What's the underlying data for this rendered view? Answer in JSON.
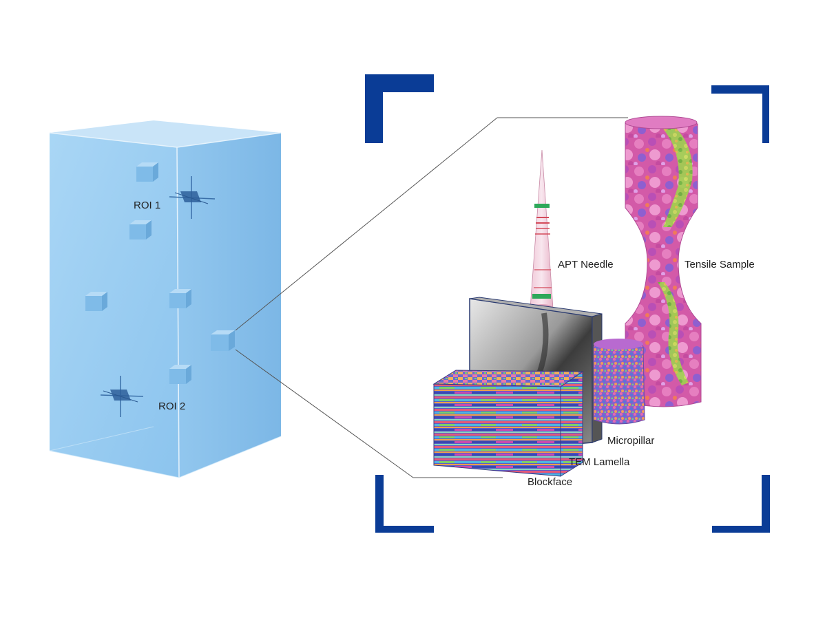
{
  "labels": {
    "roi1": "ROI 1",
    "roi2": "ROI 2",
    "apt_needle": "APT Needle",
    "tensile_sample": "Tensile Sample",
    "micropillar": "Micropillar",
    "tem_lamella": "TEM Lamella",
    "blockface": "Blockface"
  },
  "colors": {
    "frame_accent": "#0a3c96",
    "block_face": "#9ccdf0",
    "block_side": "#86bfea",
    "block_top": "#c3e1f7",
    "connector_line": "#555555"
  }
}
